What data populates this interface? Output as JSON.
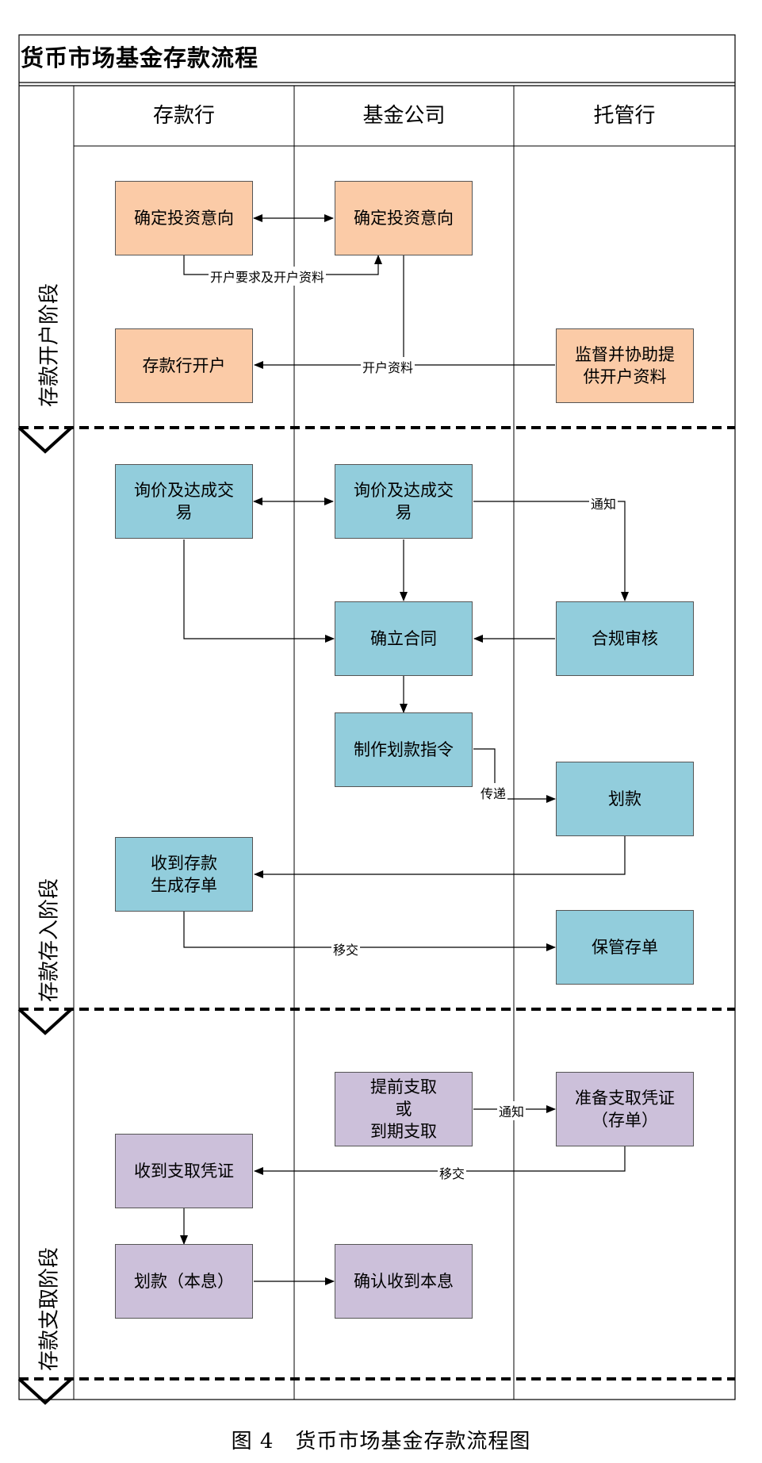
{
  "title": "货币市场基金存款流程",
  "lanes": [
    "存款行",
    "基金公司",
    "托管行"
  ],
  "phases": [
    "存款开户阶段",
    "存款存入阶段",
    "存款支取阶段"
  ],
  "colors": {
    "orange": "#fbcba7",
    "teal": "#92cddc",
    "purple": "#ccc0da"
  },
  "boxes": {
    "b1": "确定投资意向",
    "b2": "确定投资意向",
    "b3": "存款行开户",
    "b4": "监督并协助提\n供开户资料",
    "b5": "询价及达成交\n易",
    "b6": "询价及达成交\n易",
    "b7": "确立合同",
    "b8": "合规审核",
    "b9": "制作划款指令",
    "b10": "划款",
    "b11": "收到存款\n生成存单",
    "b12": "保管存单",
    "b13": "提前支取\n或\n到期支取",
    "b14": "准备支取凭证\n（存单）",
    "b15": "收到支取凭证",
    "b16": "划款（本息）",
    "b17": "确认收到本息"
  },
  "labels": {
    "l1": "开户要求及开户资料",
    "l2": "开户资料",
    "l3": "通知",
    "l4": "传递",
    "l5": "移交",
    "l6": "通知",
    "l7": "移交"
  },
  "caption": "图 4　货币市场基金存款流程图"
}
